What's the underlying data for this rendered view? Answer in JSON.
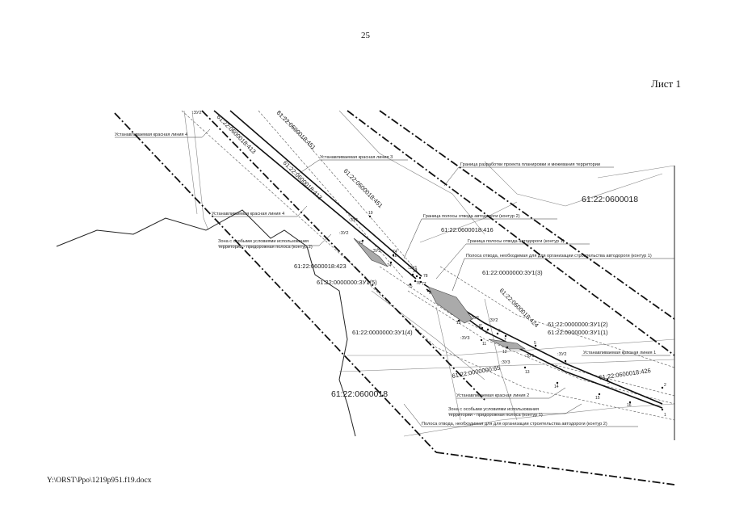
{
  "header": {
    "page_number": "25",
    "sheet_label": "Лист 1"
  },
  "footer": {
    "file_path": "Y:\\ORST\\Ppo\\1219p951.f19.docx"
  },
  "map": {
    "big_codes": [
      "61:22:0600018",
      "61:22:0600018"
    ],
    "cadastral": [
      "61:22:0600018:413",
      "61:22:0600018:451",
      "61:22:0600018:413",
      "61:22:0600018:451",
      "61:22:0600018:416",
      "61:22:0600018:423",
      "61:22:0000000:ЗУ1(5)",
      "61:22:0000000:ЗУ1(3)",
      "61:22:0600018:424",
      "61:22:0000000:ЗУ1(2)",
      "61:22:0000000:ЗУ1(1)",
      "61:22:0000000:ЗУ1(4)",
      "61:22:0000000:65",
      "61:22:0600018:426"
    ],
    "parcels": [
      ":ЗУ2",
      ":ЗУ1",
      ":ЗУ2",
      ":ЗУ2",
      ":ЗУ1",
      ":ЗУ1",
      ":ЗУ2",
      ":ЗУ3",
      ":ЗУ1",
      ":ЗУ2",
      ":ЗУ3"
    ],
    "annotations": [
      "Устанавливаемая красная линия 4",
      "Устанавливаемая красная линия 3",
      "Граница разработки проекта планировки и межевания территории",
      "Устанавливаемая красная линия 4",
      "Граница полосы отвода автодороги (контур 2)",
      "Зона с особыми условиями использования",
      "территории - придорожная полоса (контур 2)",
      "Граница полосы отвода автодороги (контур 1)",
      "Полоса отвода, необходимая для для организации строительства автодороги (контур 1)",
      "Устанавливаемая красная линия 1",
      "Устанавливаемая красная линия 2",
      "Зона с особыми условиями использования",
      "территории - придорожная полоса (контур 1)",
      "Полоса отвода, необходимая для для организации строительства автодороги (контур 2)"
    ],
    "points": [
      "19",
      "73",
      "74'",
      "74",
      "18",
      "17",
      "78",
      "76",
      "77",
      "75",
      "9",
      "10",
      "8'",
      "8",
      "6",
      "7",
      "11",
      "12",
      "5",
      "13",
      "4",
      "14",
      "3",
      "15",
      "16",
      "2",
      "1"
    ]
  }
}
